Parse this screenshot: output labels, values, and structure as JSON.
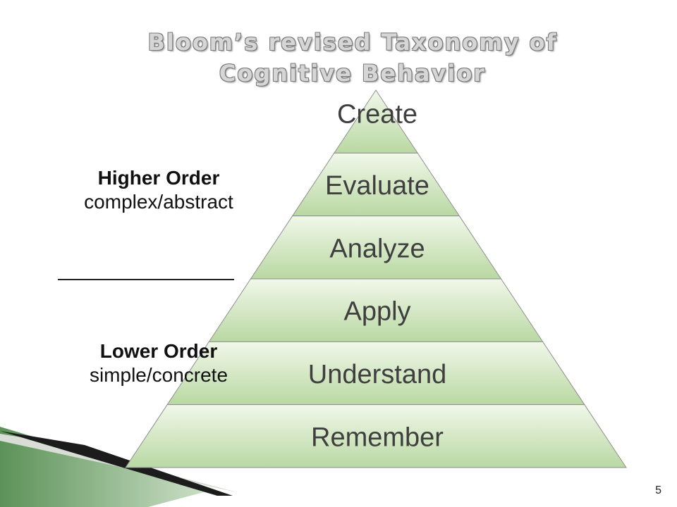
{
  "slide": {
    "title_line1": "Bloom’s revised Taxonomy of",
    "title_line2": "Cognitive Behavior",
    "page_number": "5"
  },
  "pyramid": {
    "levels": [
      "Create",
      "Evaluate",
      "Analyze",
      "Apply",
      "Understand",
      "Remember"
    ]
  },
  "side_labels": {
    "higher": {
      "heading": "Higher Order",
      "subtext": "complex/abstract"
    },
    "lower": {
      "heading": "Lower Order",
      "subtext": "simple/concrete"
    }
  },
  "colors": {
    "band_top": "#f1f8ea",
    "band_bottom": "#b9d8a2",
    "band_edge": "#8f8f8f",
    "decoration_green": "#8db38a",
    "decoration_dark": "#1c1c1c"
  }
}
